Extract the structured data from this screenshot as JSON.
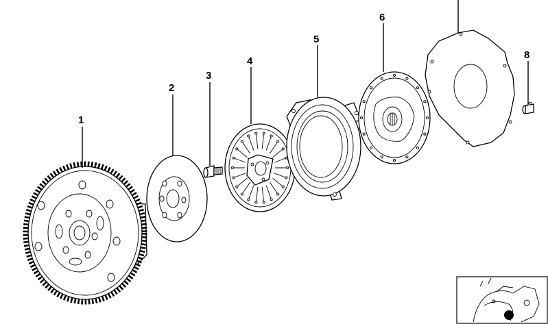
{
  "parts": [
    {
      "label": "1"
    },
    {
      "label": "2"
    },
    {
      "label": "3"
    },
    {
      "label": "4"
    },
    {
      "label": "5"
    },
    {
      "label": "6"
    },
    {
      "label": "8"
    }
  ],
  "thumbnail": {
    "icon": "motorcycle-icon"
  }
}
